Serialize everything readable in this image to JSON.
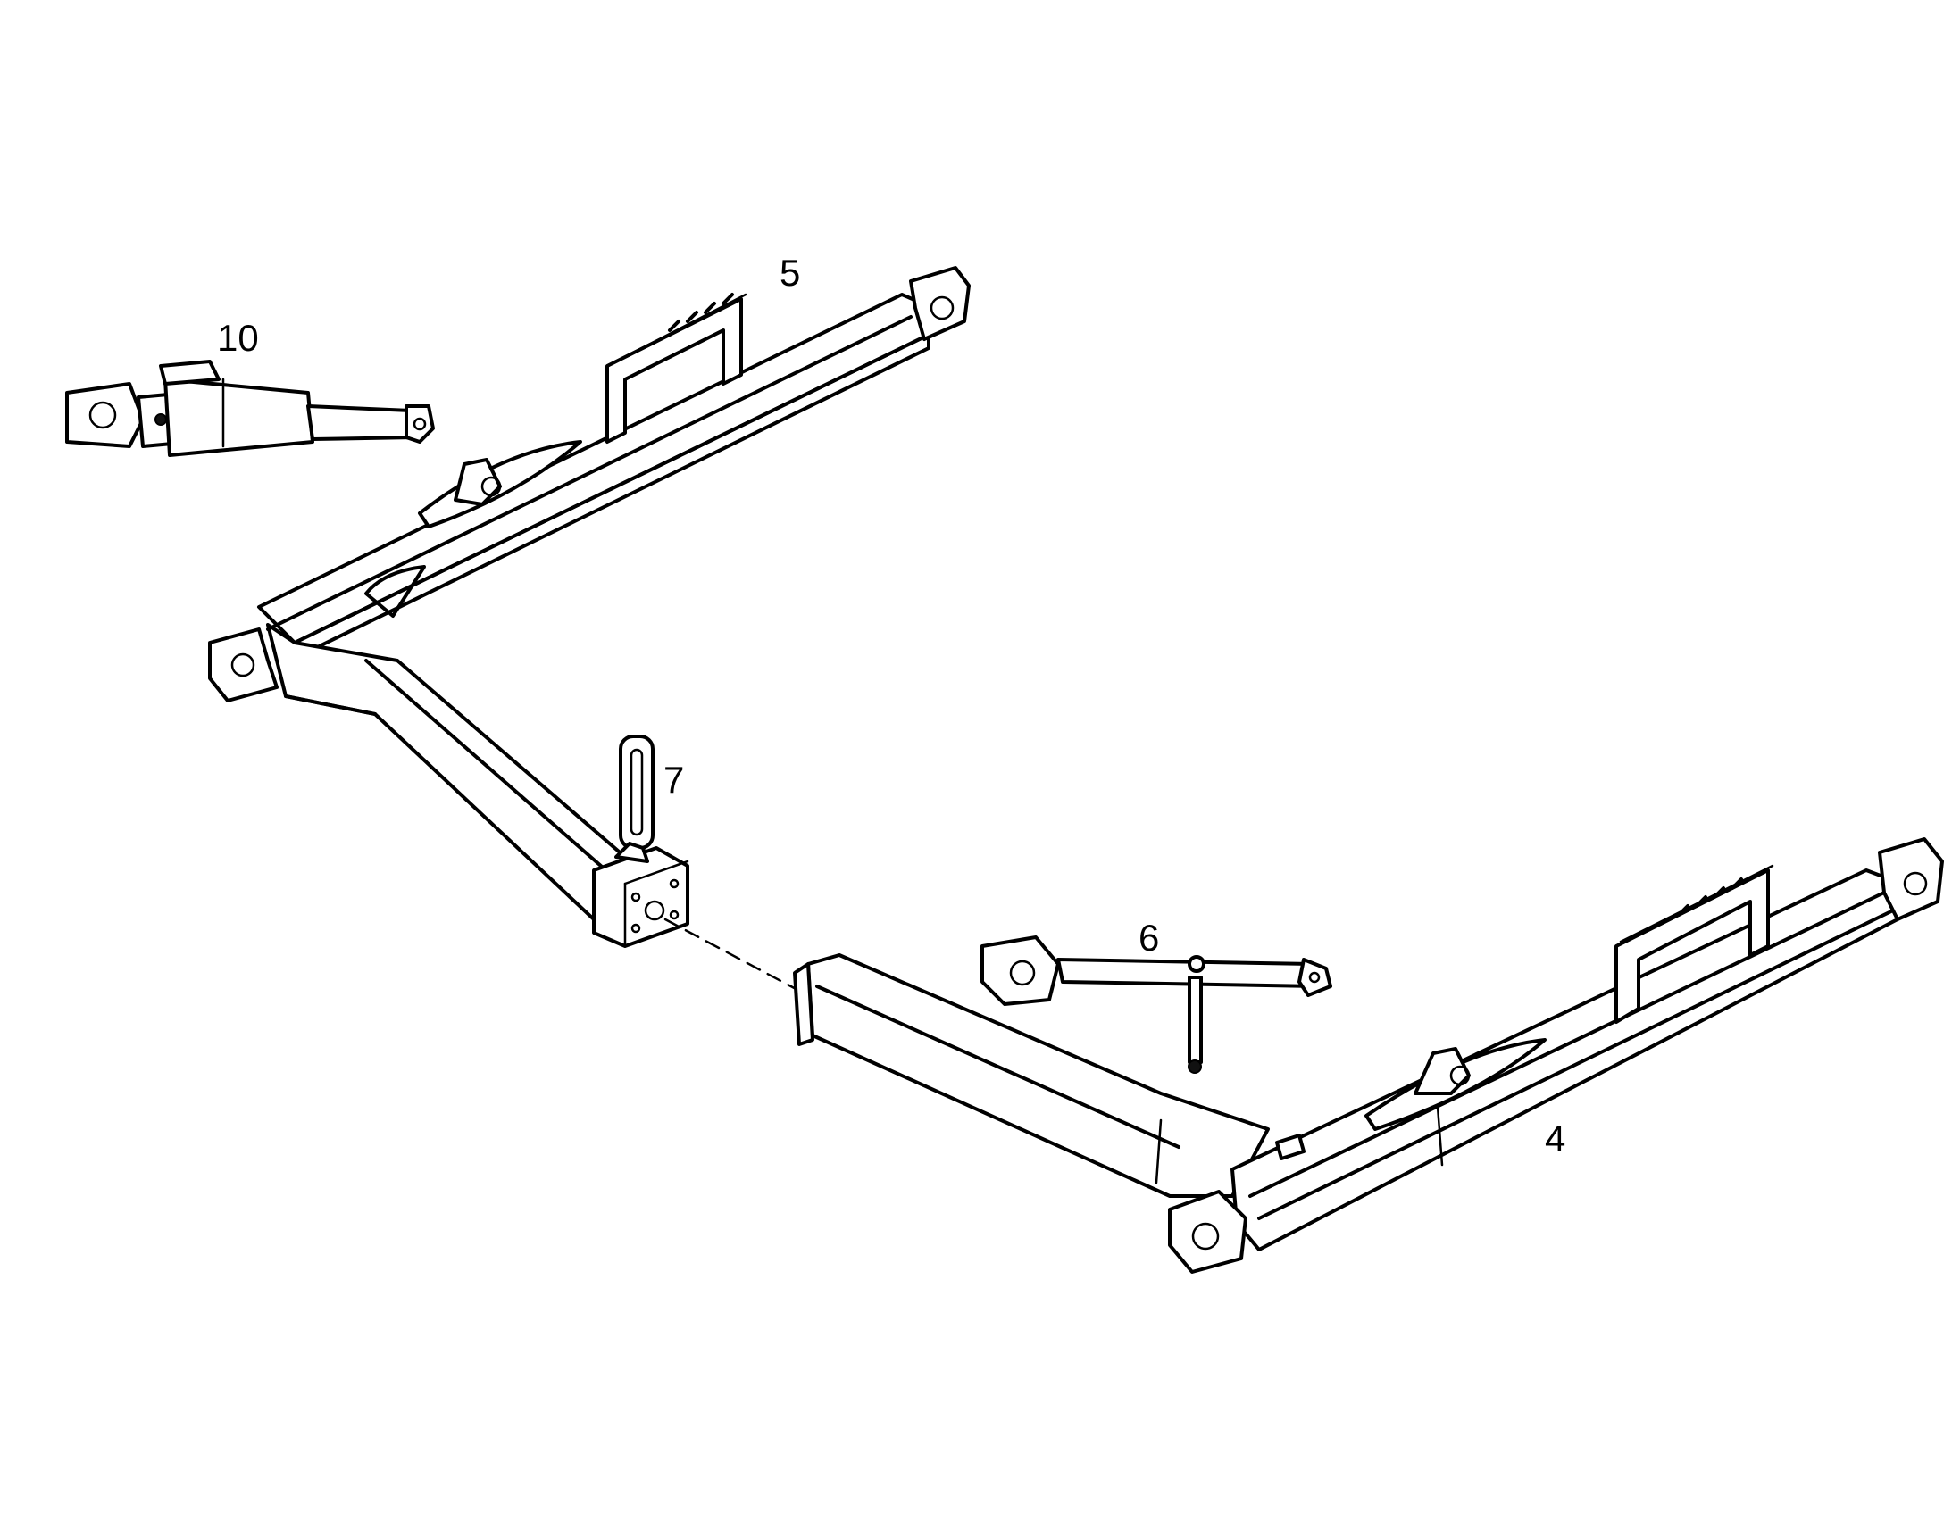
{
  "diagram": {
    "callouts": [
      "5",
      "10",
      "7",
      "6",
      "4"
    ]
  },
  "colors": {
    "ink": "#000000",
    "paper": "#ffffff"
  }
}
